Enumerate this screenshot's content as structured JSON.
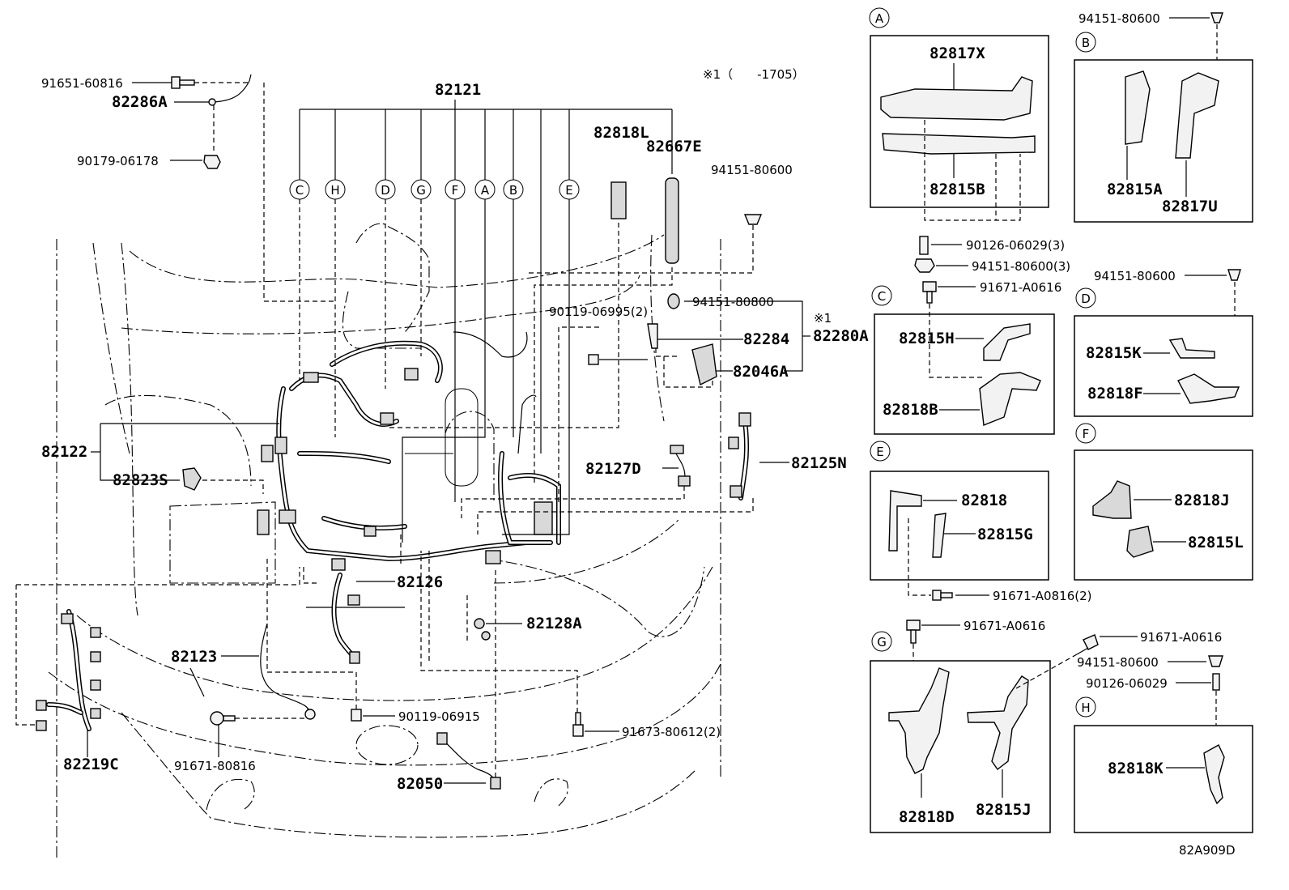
{
  "diagram": {
    "code": "82A909D",
    "note": "※1（　　-1705）",
    "note_mark": "※1",
    "main_labels": {
      "p82121": "82121",
      "p82818L": "82818L",
      "p82667E": "82667E",
      "p91651_60816": "91651-60816",
      "p82286A": "82286A",
      "p90179_06178": "90179-06178",
      "p94151_80600_top": "94151-80600",
      "p94151_80800": "94151-80800",
      "p90119_06995": "90119-06995(2)",
      "p82284": "82284",
      "p82280A": "82280A",
      "p82046A": "82046A",
      "p82122": "82122",
      "p82823S": "82823S",
      "p82127D": "82127D",
      "p82125N": "82125N",
      "p82126": "82126",
      "p82128A": "82128A",
      "p82123": "82123",
      "p90119_06915": "90119-06915",
      "p91673_80612": "91673-80612(2)",
      "p82219C": "82219C",
      "p91671_80816": "91671-80816",
      "p82050": "82050"
    },
    "circle_letters": [
      "C",
      "H",
      "D",
      "G",
      "F",
      "A",
      "B",
      "E"
    ],
    "detail_A": {
      "letter": "A",
      "p1": "82817X",
      "p2": "82815B"
    },
    "detail_B": {
      "letter": "B",
      "p1": "82815A",
      "p2": "82817U",
      "fastener": "94151-80600"
    },
    "fasteners_AB": {
      "f1": "90126-06029(3)",
      "f2": "94151-80600(3)",
      "f3": "91671-A0616"
    },
    "detail_C": {
      "letter": "C",
      "p1": "82815H",
      "p2": "82818B"
    },
    "detail_D": {
      "letter": "D",
      "p1": "82815K",
      "p2": "82818F",
      "fastener": "94151-80600"
    },
    "detail_E": {
      "letter": "E",
      "p1": "82818",
      "p2": "82815G",
      "fastener": "91671-A0816(2)"
    },
    "detail_F": {
      "letter": "F",
      "p1": "82818J",
      "p2": "82815L"
    },
    "detail_G": {
      "letter": "G",
      "p1": "82818D",
      "p2": "82815J",
      "fastener": "91671-A0616"
    },
    "detail_H": {
      "letter": "H",
      "p1": "82818K",
      "f1": "91671-A0616",
      "f2": "94151-80600",
      "f3": "90126-06029"
    }
  }
}
